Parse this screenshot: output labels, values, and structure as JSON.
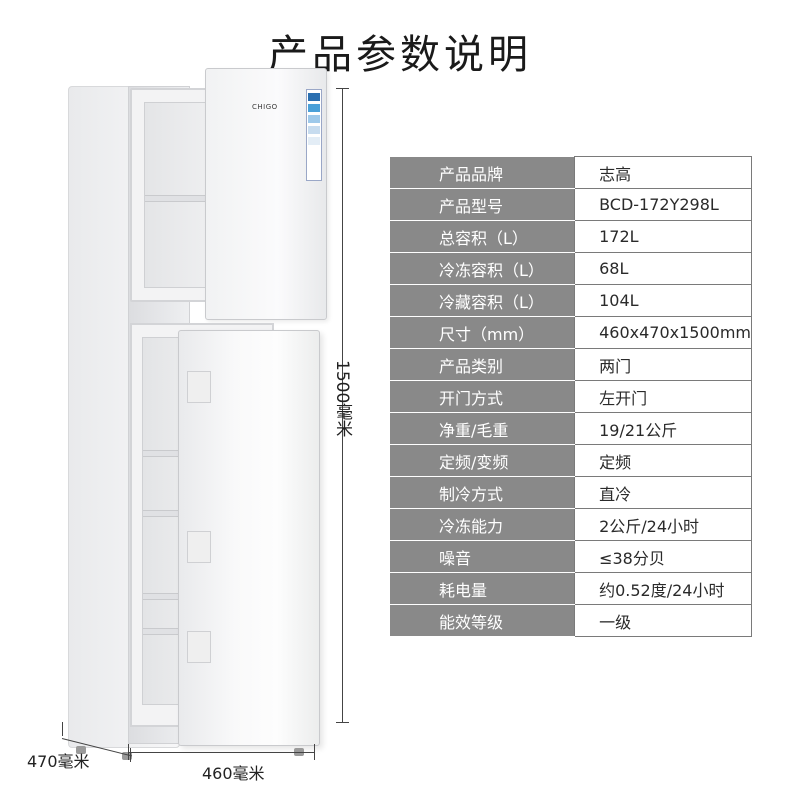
{
  "title": "产品参数说明",
  "fridge": {
    "brand_logo_text": "CHIGO"
  },
  "dimensions": {
    "height": "1500毫米",
    "width": "460毫米",
    "depth": "470毫米"
  },
  "specs": [
    {
      "label": "产品品牌",
      "value": "志高"
    },
    {
      "label": "产品型号",
      "value": "BCD-172Y298L"
    },
    {
      "label": "总容积（L）",
      "value": "172L"
    },
    {
      "label": "冷冻容积（L）",
      "value": "68L"
    },
    {
      "label": "冷藏容积（L）",
      "value": "104L"
    },
    {
      "label": "尺寸（mm）",
      "value": "460x470x1500mm"
    },
    {
      "label": "产品类别",
      "value": "两门"
    },
    {
      "label": "开门方式",
      "value": "左开门"
    },
    {
      "label": "净重/毛重",
      "value": "19/21公斤"
    },
    {
      "label": "定频/变频",
      "value": "定频"
    },
    {
      "label": "制冷方式",
      "value": "直冷"
    },
    {
      "label": "冷冻能力",
      "value": "2公斤/24小时"
    },
    {
      "label": "噪音",
      "value": "≤38分贝"
    },
    {
      "label": "耗电量",
      "value": "约0.52度/24小时"
    },
    {
      "label": "能效等级",
      "value": "一级"
    }
  ],
  "colors": {
    "label_bg": "#898989",
    "label_text": "#ffffff",
    "value_bg": "#ffffff",
    "border": "#7a7a7a"
  }
}
